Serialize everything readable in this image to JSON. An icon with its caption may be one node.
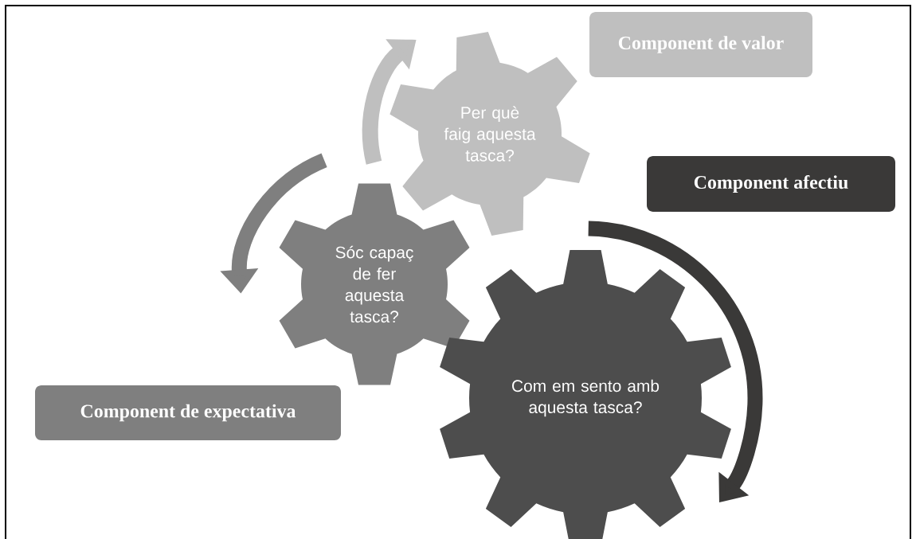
{
  "diagram": {
    "nodes": [
      {
        "text": [
          "Component de valor"
        ]
      },
      {
        "text": [
          "Per què faig aquesta tasca?"
        ]
      },
      {
        "text": [
          "Component afectiu"
        ]
      },
      {
        "text": [
          "Sóc capaç de fer aquesta tasca?"
        ]
      },
      {
        "text": [
          "Component de expectativa"
        ]
      },
      {
        "text": [
          "Com em sento amb aquesta tasca?"
        ]
      }
    ]
  }
}
